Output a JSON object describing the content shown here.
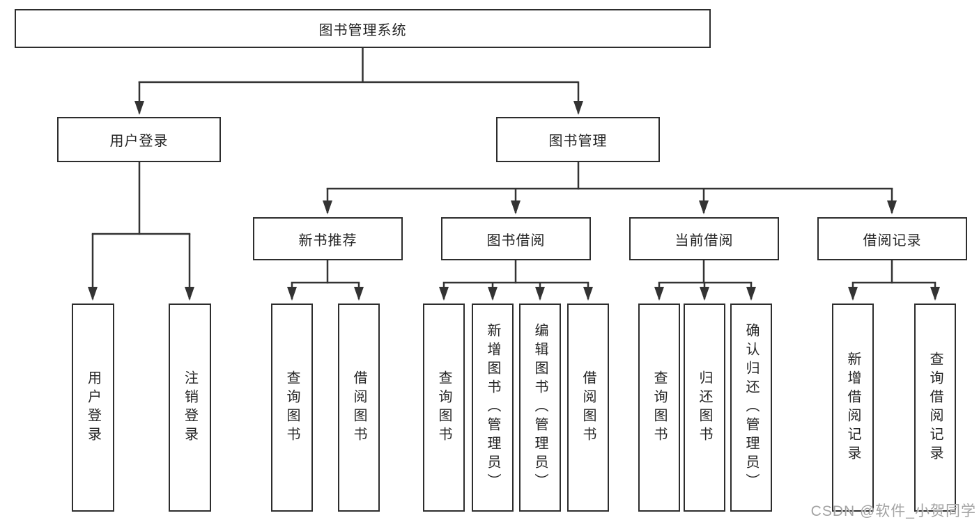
{
  "diagram": {
    "watermark": "CSDN @软件_小贺同学",
    "colors": {
      "line": "#333333",
      "box_border": "#2d2d2d",
      "box_fill": "#ffffff",
      "text": "#262626",
      "watermark": "#a3a3a3"
    },
    "root": {
      "label": "图书管理系统",
      "children": [
        {
          "label": "用户登录",
          "children": [
            {
              "label": "用户登录"
            },
            {
              "label": "注销登录"
            }
          ]
        },
        {
          "label": "图书管理",
          "children": [
            {
              "label": "新书推荐",
              "children": [
                {
                  "label": "查询图书"
                },
                {
                  "label": "借阅图书"
                }
              ]
            },
            {
              "label": "图书借阅",
              "children": [
                {
                  "label": "查询图书"
                },
                {
                  "label": "新增图书（管理员）"
                },
                {
                  "label": "编辑图书（管理员）"
                },
                {
                  "label": "借阅图书"
                }
              ]
            },
            {
              "label": "当前借阅",
              "children": [
                {
                  "label": "查询图书"
                },
                {
                  "label": "归还图书"
                },
                {
                  "label": "确认归还（管理员）"
                }
              ]
            },
            {
              "label": "借阅记录",
              "children": [
                {
                  "label": "新增借阅记录"
                },
                {
                  "label": "查询借阅记录"
                }
              ]
            }
          ]
        }
      ]
    }
  }
}
